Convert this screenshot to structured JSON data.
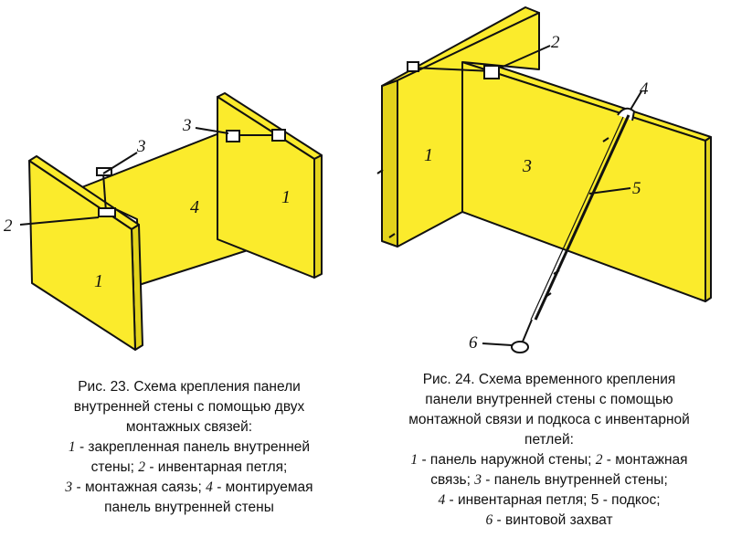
{
  "colors": {
    "panel": "#fbeb2c",
    "outline": "#111111"
  },
  "fig23": {
    "labels": {
      "panel_fixed": "1",
      "panel_fixed_right": "1",
      "loop": "2",
      "tie_left": "3",
      "tie_top": "3",
      "panel_mounted": "4"
    },
    "caption": {
      "title_line1": "Рис. 23. Схема крепления панели",
      "title_line2": "внутренней стены с помощью двух",
      "title_line3": "монтажных связей:",
      "n1": "1",
      "t1": " - закрепленная панель внутренней",
      "t1b": "стены; ",
      "n2": "2",
      "t2": " - инвентарная петля;",
      "n3": "3",
      "t3": " - монтажная саязь; ",
      "n4": "4",
      "t4": " - монтируемая",
      "t4b": "панель внутренней стены"
    }
  },
  "fig24": {
    "labels": {
      "panel_outer": "1",
      "tie": "2",
      "panel_inner": "3",
      "loop": "4",
      "strut": "5",
      "clamp": "6"
    },
    "caption": {
      "title_line1": "Рис. 24. Схема временного крепления",
      "title_line2": "панели внутренней стены с помощью",
      "title_line3": "монтажной связи и подкоса с инвентарной",
      "title_line4": "петлей:",
      "n1": "1",
      "t1": " - панель наружной стены; ",
      "n2": "2",
      "t2": " - монтажная",
      "t2b": "связь; ",
      "n3": "3",
      "t3": " - панель внутренней стены;",
      "n4": "4",
      "t4": " - инвентарная петля; 5 - подкос;",
      "n6": "6",
      "t6": " - винтовой захват"
    }
  }
}
